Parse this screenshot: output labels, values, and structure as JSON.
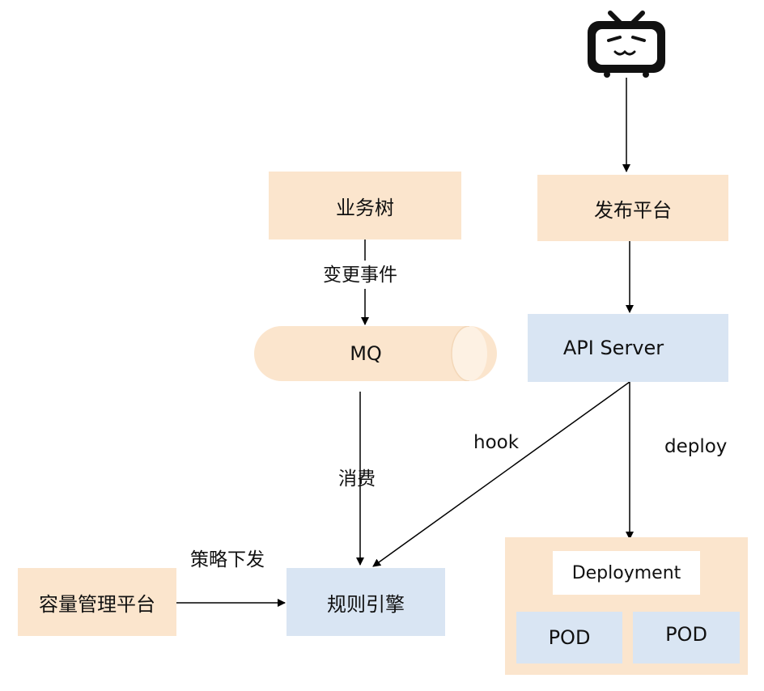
{
  "nodes": {
    "business_tree": "业务树",
    "release_platform": "发布平台",
    "mq": "MQ",
    "api_server": "API Server",
    "rule_engine": "规则引擎",
    "capacity_platform": "容量管理平台",
    "deployment": "Deployment",
    "pod_1": "POD",
    "pod_2": "POD"
  },
  "edge_labels": {
    "change_event": "变更事件",
    "consume": "消费",
    "strategy_dispatch": "策略下发",
    "hook": "hook",
    "deploy": "deploy"
  },
  "icons": {
    "logo": "bilibili-tv-icon"
  },
  "colors": {
    "orange_fill": "#fbe5cd",
    "blue_fill": "#d9e5f3",
    "line": "#000000"
  }
}
